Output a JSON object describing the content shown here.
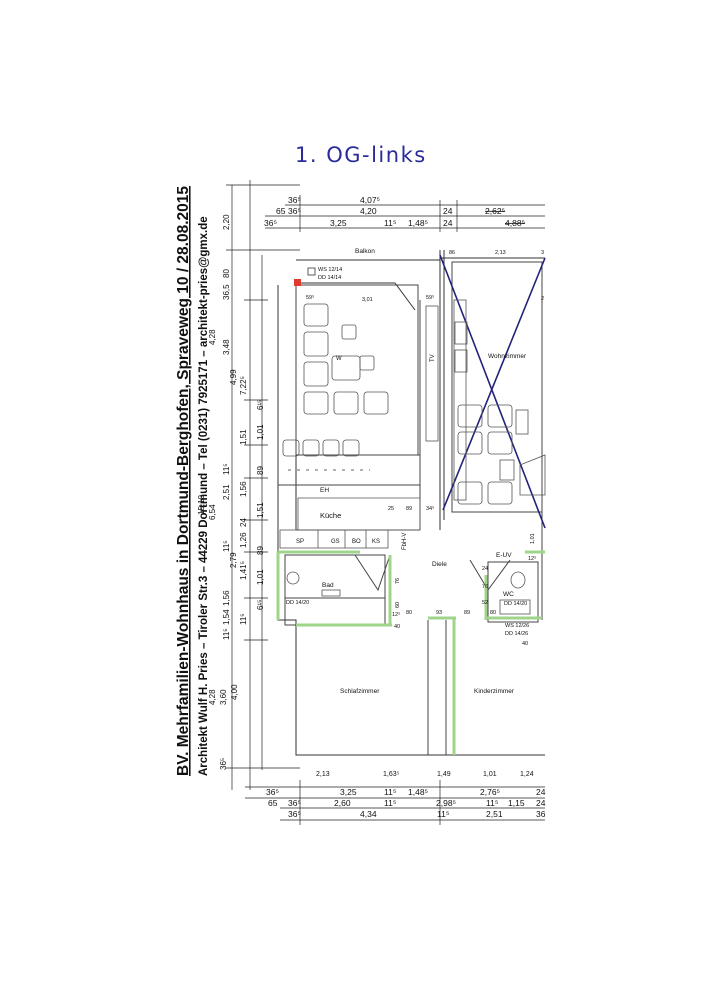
{
  "header": {
    "handwritten_title": "1. OG-links",
    "project_line": "BV. Mehrfamilien-Wohnhaus in Dortmund-Berghofen, Spraveweg 10  /  28.08.2015",
    "architect_line": "Architekt Wulf H. Pries – Tiroler Str.3 – 44229 Dortmund – Tel (0231) 7925171 – architekt-pries@gmx.de"
  },
  "rooms": {
    "balkon": "Balkon",
    "wohnzimmer": "Wohnzimmer",
    "kueche": "Küche",
    "eh": "EH",
    "bad": "Bad",
    "diele": "Diele",
    "wc": "WC",
    "schlafzimmer": "Schlafzimmer",
    "kinderzimmer": "Kinderzimmer",
    "eluv": "E-UV"
  },
  "appliances": {
    "sp": "SP",
    "gs": "GS",
    "bo": "BO",
    "ks": "KS",
    "tv": "TV",
    "w": "W",
    "fbh_v": "FbH-V"
  },
  "notes": {
    "ws_top": "WS 12/14",
    "dd_top": "DD 14/14",
    "dd_bad": "DD 14/20",
    "ws_bottom": "WS 12/26",
    "dd_bottom": "DD 14/26",
    "dd_wc": "DD 14/20"
  },
  "dims_top": {
    "r1a": "36⁵",
    "r1b": "4,07⁵",
    "r2a": "65",
    "r2b": "36⁵",
    "r2c": "4,20",
    "r2d": "24",
    "r2e": "2,62⁵",
    "r3a": "36⁵",
    "r3b": "3,25",
    "r3c": "11⁵",
    "r3d": "1,48⁵",
    "r3e": "24",
    "r3f": "4,88⁵"
  },
  "dims_left": {
    "a1": "2,20",
    "a2": "80",
    "a3": "36,5",
    "a4": "4,28",
    "a5": "3,48",
    "a6": "4,99",
    "a7": "7,22⁵",
    "a8": "6¹⁵",
    "a9": "1,01",
    "a10": "1,51",
    "a11": "89",
    "a12": "11⁵",
    "a13": "1,56",
    "a14": "2,51",
    "a15": "6,54",
    "a16": "15,10",
    "a17": "1,51",
    "a18": "24",
    "a19": "1,26",
    "a20": "89",
    "a21": "11⁵",
    "a22": "2,79",
    "a23": "1,41⁵",
    "a24": "1,01",
    "a25": "1,56",
    "a26": "6¹⁵",
    "a27": "1,54",
    "a28": "11⁵",
    "a29": "11⁵",
    "a30": "4,28",
    "a31": "3,60",
    "a32": "4,00",
    "a33": "36⁵"
  },
  "dims_bottom": {
    "i1": "2,13",
    "i2": "1,63⁵",
    "i3": "1,49",
    "i4": "1,01",
    "i5": "1,24",
    "b1a": "36⁵",
    "b1b": "3,25",
    "b1c": "11⁵",
    "b1d": "1,48⁵",
    "b1e": "2,76⁵",
    "b1f": "24",
    "b2a": "65",
    "b2b": "36⁵",
    "b2c": "2,60",
    "b2d": "11⁵",
    "b2e": "2,98⁵",
    "b2f": "11⁵",
    "b2g": "1,15",
    "b2h": "24",
    "b3a": "36⁵",
    "b3b": "4,34",
    "b3c": "11⁵",
    "b3d": "2,51",
    "b3e": "36"
  },
  "dims_plan": {
    "p1": "86",
    "p2": "2,13",
    "p3": "3",
    "p4": "59⁵",
    "p5": "3,01",
    "p6": "59⁵",
    "p7": "25",
    "p8": "89",
    "p9": "34⁵",
    "p10": "76",
    "p11": "60",
    "p12": "12⁵",
    "p13": "80",
    "p14": "40",
    "p15": "93",
    "p16": "89",
    "p17": "80",
    "p18": "24",
    "p19": "76",
    "p20": "52",
    "p21": "40",
    "p22": "1,01",
    "p23": "12⁵",
    "p24": "2"
  }
}
